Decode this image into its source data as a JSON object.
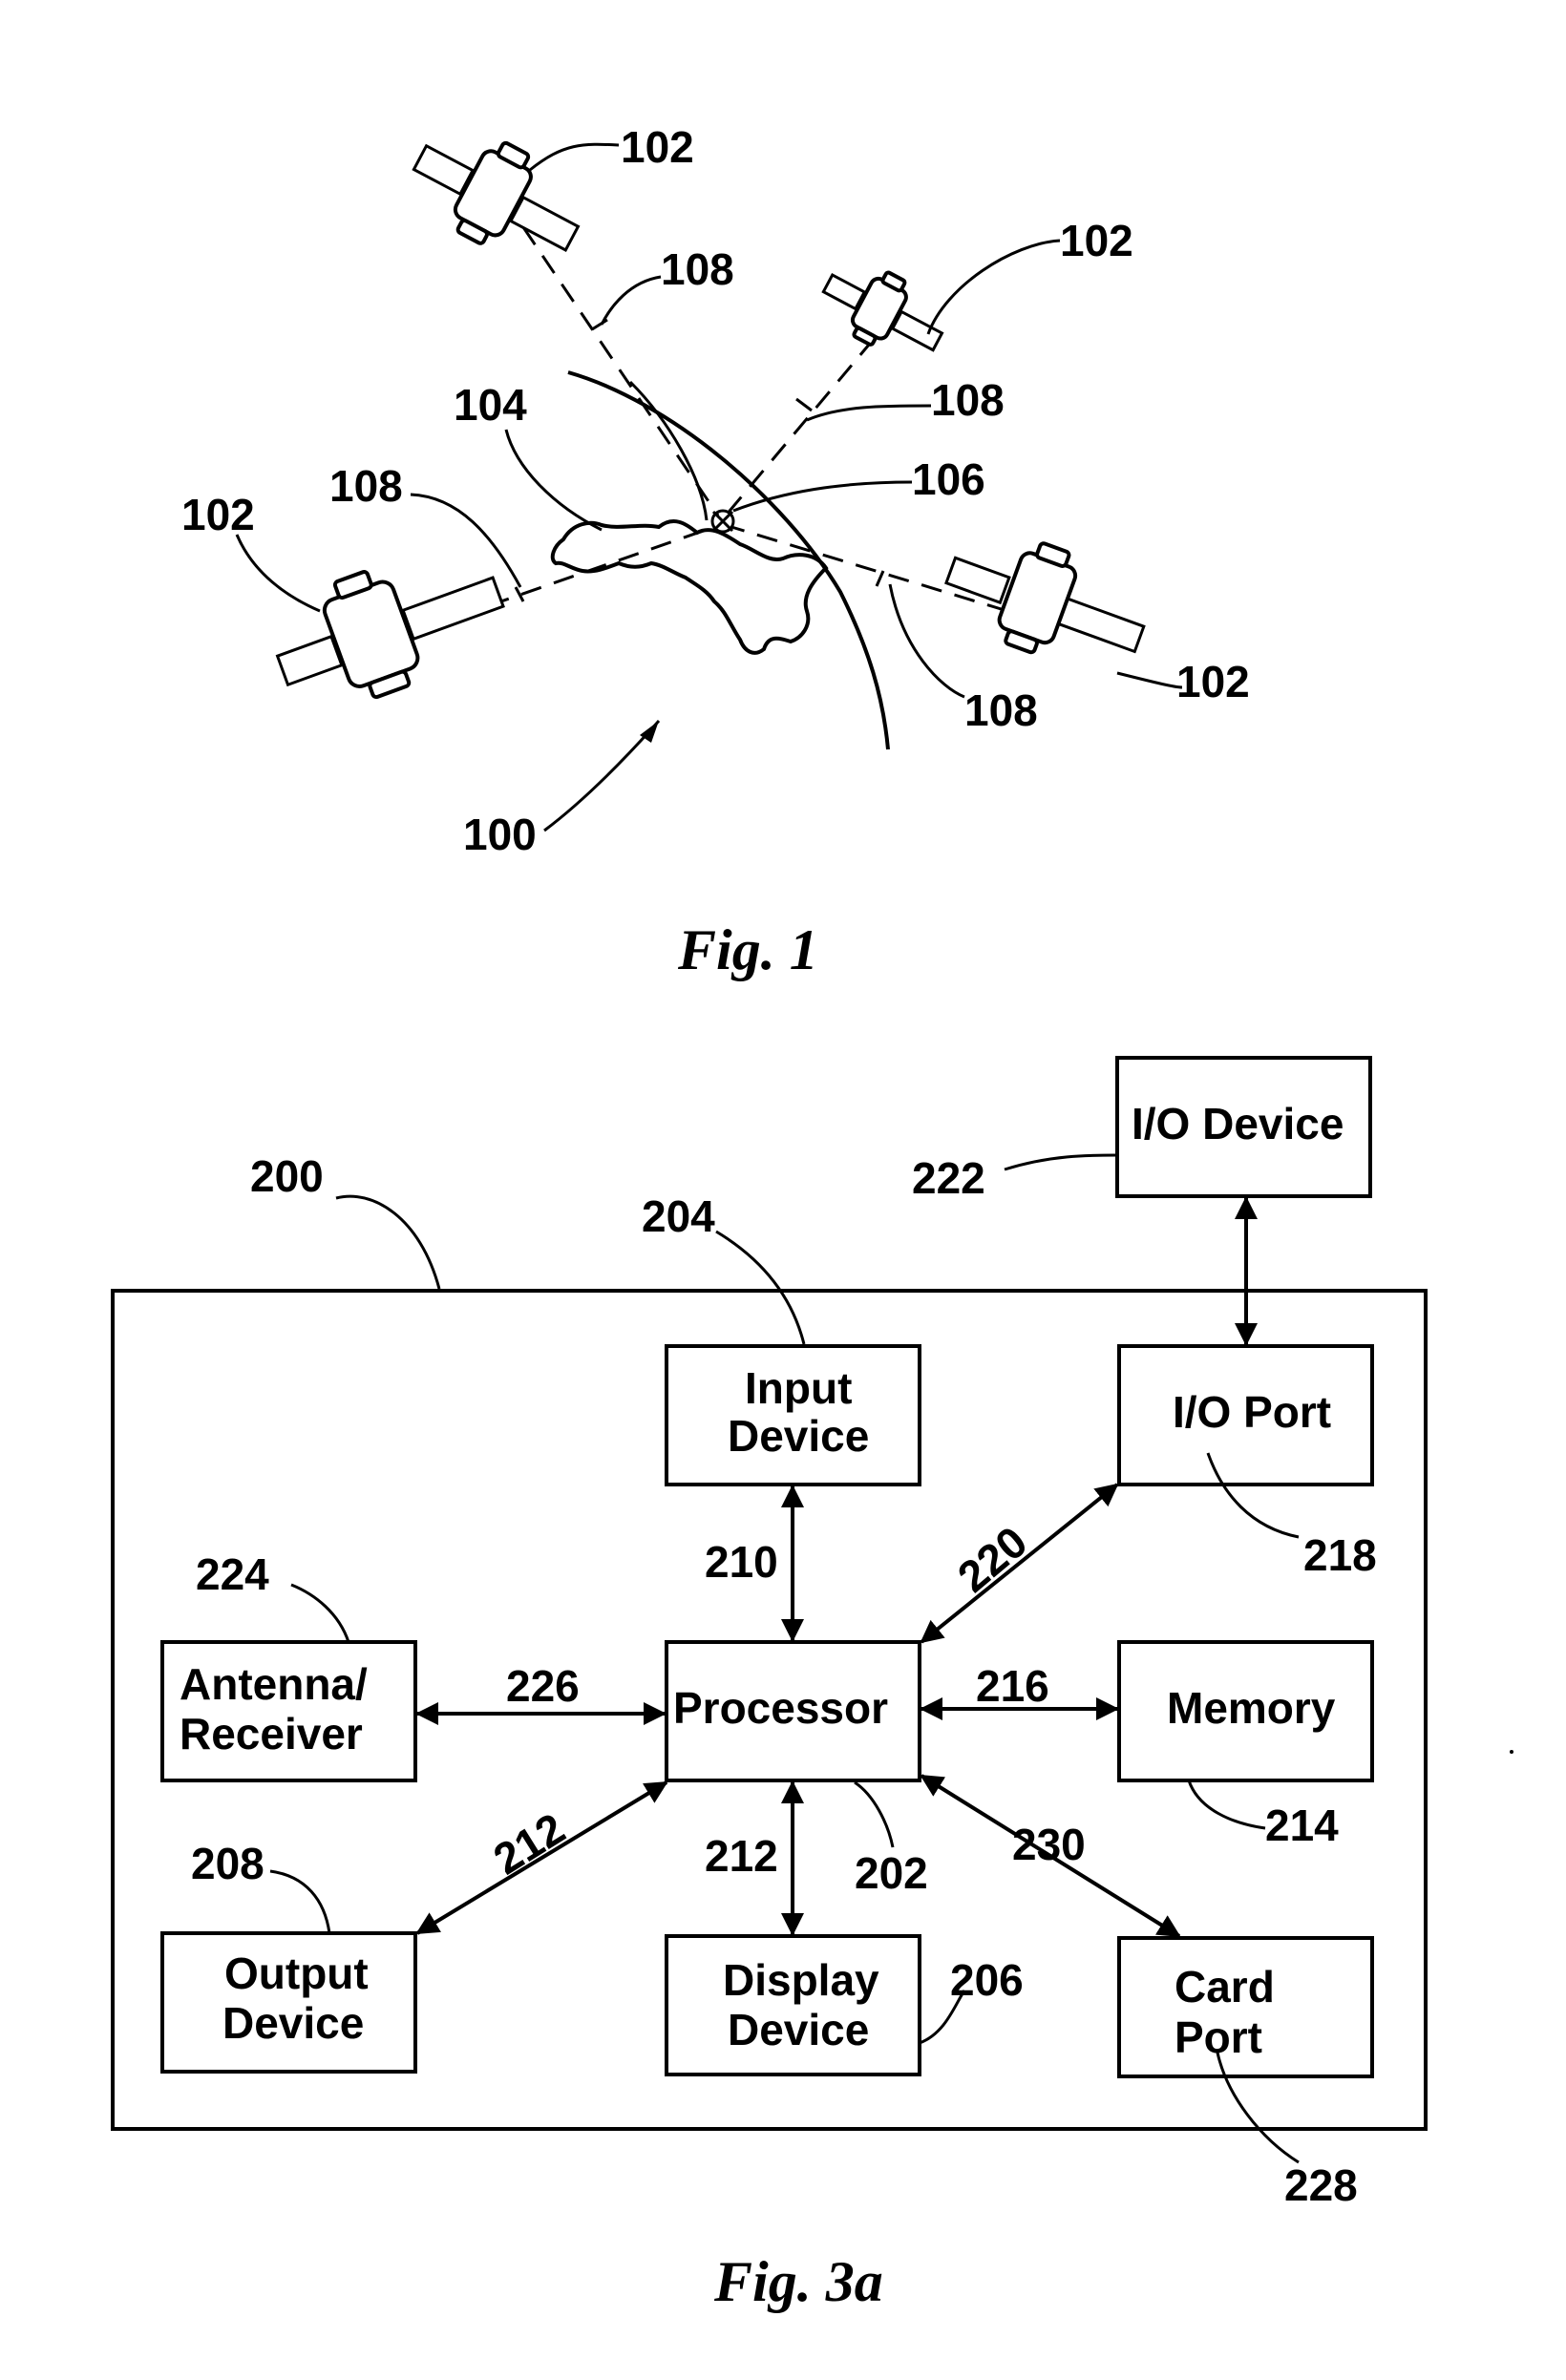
{
  "fig1": {
    "caption": "Fig. 1",
    "labels": {
      "sat_top": "102",
      "sat_right_top": "102",
      "sat_left": "102",
      "sat_right": "102",
      "signal_top": "108",
      "signal_right_top": "108",
      "signal_left": "108",
      "signal_right": "108",
      "landmass": "104",
      "receiver": "106",
      "system": "100"
    }
  },
  "fig3a": {
    "caption": "Fig. 3a",
    "boxes": {
      "io_device": "I/O Device",
      "input_device": [
        "Input",
        "Device"
      ],
      "io_port": "I/O Port",
      "antenna": [
        "Antenna/",
        "Receiver"
      ],
      "processor": "Processor",
      "memory": "Memory",
      "output_device": [
        "Output",
        "Device"
      ],
      "display_device": [
        "Display",
        "Device"
      ],
      "card_port": [
        "Card",
        "Port"
      ]
    },
    "refs": {
      "device": "200",
      "processor": "202",
      "input_device": "204",
      "display_device": "206",
      "output_device": "208",
      "input_bus": "210",
      "output_bus": "212",
      "display_bus": "212",
      "memory": "214",
      "memory_bus": "216",
      "io_port": "218",
      "io_bus": "220",
      "io_device": "222",
      "antenna": "224",
      "antenna_bus": "226",
      "card_port": "228",
      "card_bus": "230"
    }
  }
}
